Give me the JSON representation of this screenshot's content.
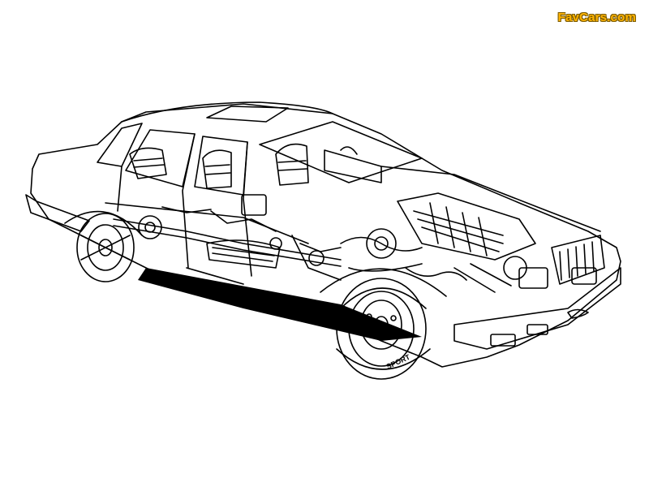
{
  "watermark": {
    "prefix": "Fav",
    "brand": "Cars",
    "suffix": ".com"
  },
  "illustration": {
    "subject": "sedan cutaway drawing",
    "tire_text": "SPORT"
  },
  "colors": {
    "ink": "#000000",
    "paper": "#ffffff",
    "watermark": "#ffb400"
  }
}
